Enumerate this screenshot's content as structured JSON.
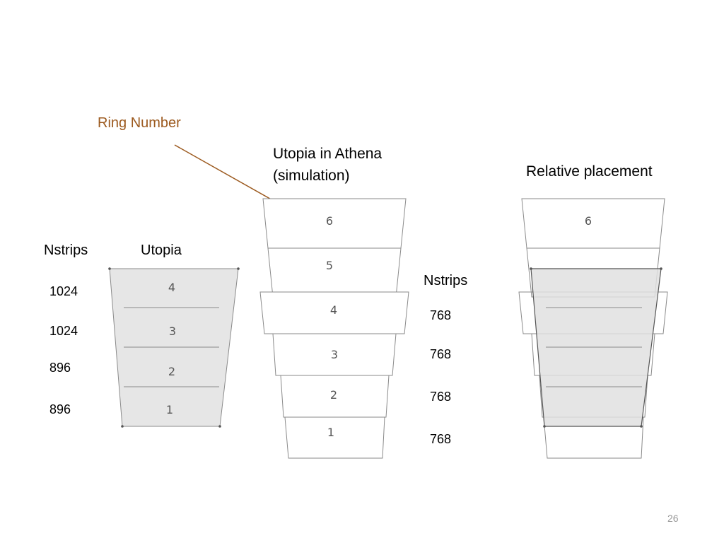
{
  "ring_number_label": "Ring Number",
  "ring_number_color": "#9c5a1f",
  "athena_caption_line1": "Utopia in Athena",
  "athena_caption_line2": "(simulation)",
  "relative_caption": "Relative placement",
  "left_nstrips_header": "Nstrips",
  "utopia_header": "Utopia",
  "left_nstrips": [
    "1024",
    "1024",
    "896",
    "896"
  ],
  "right_nstrips_header": "Nstrips",
  "right_nstrips": [
    "768",
    "768",
    "768",
    "768"
  ],
  "utopia_rings": [
    "4",
    "3",
    "2",
    "1"
  ],
  "athena_rings": [
    "6",
    "5",
    "4",
    "3",
    "2",
    "1"
  ],
  "relative_rings": [
    "6"
  ],
  "fill_color": "#e6e6e6",
  "line_color": "#8a8a8a",
  "page_number": "26"
}
